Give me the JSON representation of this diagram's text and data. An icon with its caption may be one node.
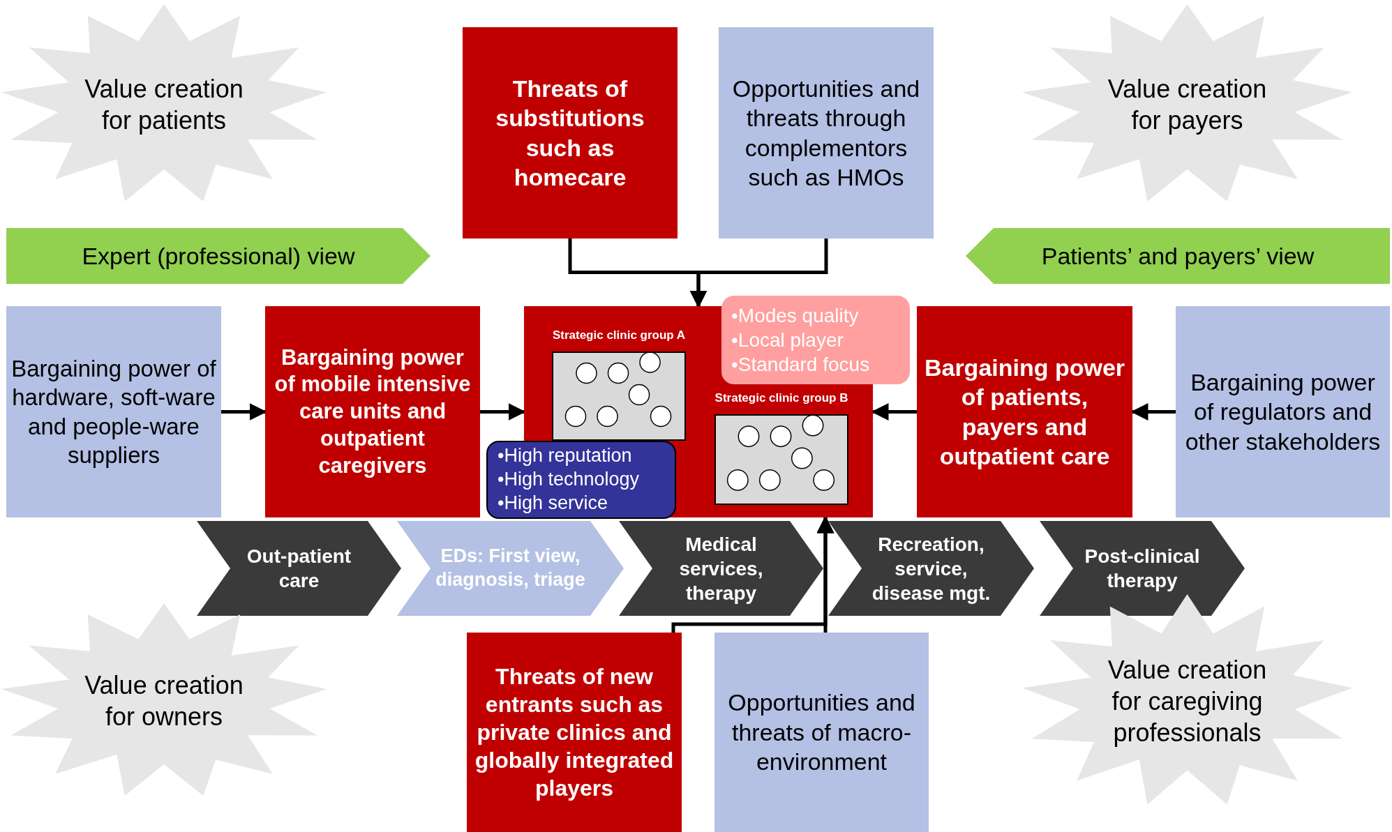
{
  "diagram": {
    "nodes": [
      {
        "text": [
          "Value creation for patients"
        ]
      },
      {
        "text": [
          "Threats of substitutions such as homecare"
        ]
      },
      {
        "text": [
          "Opportunities and threats through complementors such as HMOs"
        ]
      },
      {
        "text": [
          "Value creation for payers"
        ]
      },
      {
        "text": [
          "Expert (professional) view"
        ]
      },
      {
        "text": [
          "Patients’ and payers’ view"
        ]
      },
      {
        "text": [
          "Bargaining power of hardware, soft-ware and people-ware suppliers"
        ]
      },
      {
        "text": [
          "Bargaining power of mobile intensive care units and outpatient caregivers"
        ]
      },
      {
        "text": [],
        "shape": "box"
      },
      {
        "text": [
          "Strategic clinic group A"
        ],
        "in": 8
      },
      {
        "text": [
          "Strategic clinic group B"
        ],
        "in": 8
      },
      {
        "text": [
          "•Modes quality",
          "•Local player",
          "•Standard focus"
        ]
      },
      {
        "text": [
          "•High reputation",
          "•High technology",
          "•High service"
        ]
      },
      {
        "text": [
          "Bargaining power of patients, payers and outpatient care"
        ]
      },
      {
        "text": [
          "Bargaining power of regulators and other stakeholders"
        ]
      },
      {
        "text": [
          "Out-patient care"
        ]
      },
      {
        "text": [
          "EDs: First view, diagnosis, triage"
        ]
      },
      {
        "text": [
          "Medical services, therapy"
        ]
      },
      {
        "text": [
          "Recreation, service, disease mgt."
        ]
      },
      {
        "text": [
          "Post-clinical therapy"
        ]
      },
      {
        "text": [
          "Value creation for owners"
        ]
      },
      {
        "text": [
          "Threats of new entrants such as private clinics and globally integrated players"
        ]
      },
      {
        "text": [
          "Opportunities and threats of macro-environment"
        ]
      },
      {
        "text": [
          "Value creation for caregiving professionals"
        ]
      }
    ],
    "edges": [
      {
        "from": 1,
        "to": 8,
        "arrow": "to"
      },
      {
        "from": 2,
        "to": 8,
        "arrow": "to"
      },
      {
        "from": 6,
        "to": 7,
        "arrow": "to"
      },
      {
        "from": 7,
        "to": 8,
        "arrow": "to"
      },
      {
        "from": 14,
        "to": 13,
        "arrow": "to"
      },
      {
        "from": 13,
        "to": 8,
        "arrow": "to"
      },
      {
        "from": 21,
        "to": 8,
        "arrow": "to"
      },
      {
        "from": 22,
        "to": 8,
        "arrow": "to"
      }
    ]
  }
}
